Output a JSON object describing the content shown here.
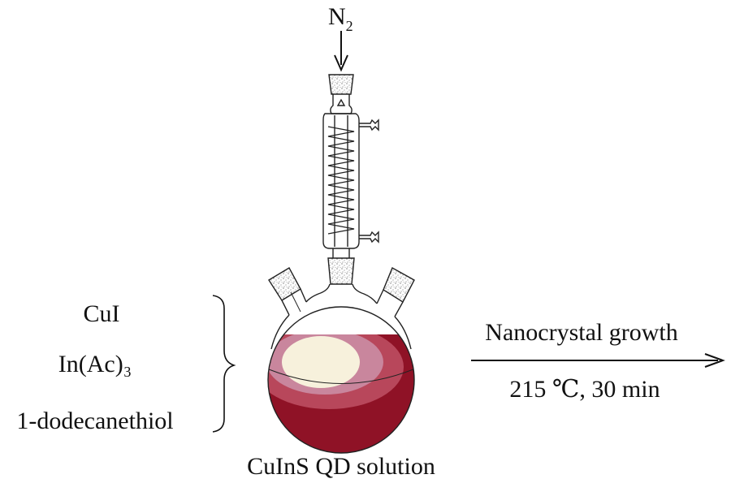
{
  "gas_inlet": {
    "label": "N",
    "subscript": "2"
  },
  "reagents": {
    "items": [
      "CuI",
      "In(Ac)₃",
      "1-dodecanethiol"
    ]
  },
  "flask": {
    "caption": "CuInS QD solution"
  },
  "reaction": {
    "top_label": "Nanocrystal growth",
    "bottom_label": "215 ℃, 30 min"
  },
  "colors": {
    "solution_dark": "#8f1226",
    "solution_mid": "#b8475b",
    "solution_light": "#c9869d",
    "solution_highlight": "#f7f1dc"
  }
}
